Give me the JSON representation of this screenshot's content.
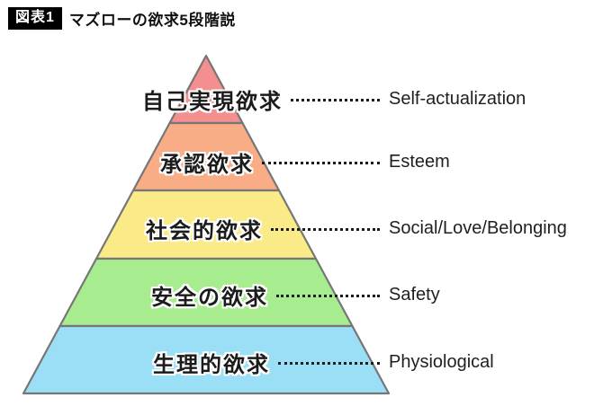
{
  "header": {
    "badge": "図表1",
    "title": "マズローの欲求5段階説"
  },
  "pyramid": {
    "type": "hierarchy-pyramid",
    "stroke_color": "#767676",
    "levels": [
      {
        "rank": 1,
        "jp": "自己実現欲求",
        "en": "Self-actualization",
        "color": "#F48F8F"
      },
      {
        "rank": 2,
        "jp": "承認欲求",
        "en": "Esteem",
        "color": "#F8AD87"
      },
      {
        "rank": 3,
        "jp": "社会的欲求",
        "en": "Social/Love/Belonging",
        "color": "#FAEB88"
      },
      {
        "rank": 4,
        "jp": "安全の欲求",
        "en": "Safety",
        "color": "#A8EC90"
      },
      {
        "rank": 5,
        "jp": "生理的欲求",
        "en": "Physiological",
        "color": "#9BDFF6"
      }
    ]
  }
}
